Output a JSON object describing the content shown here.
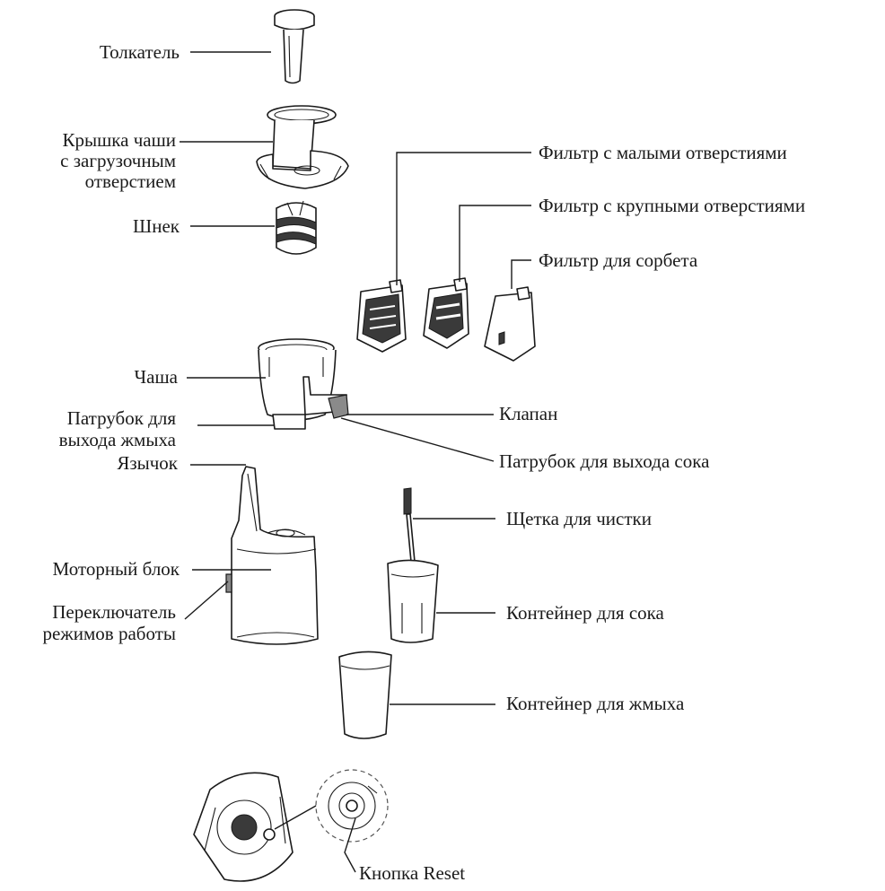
{
  "labels": {
    "pusher": "Толкатель",
    "lid_1": "Крышка чаши",
    "lid_2": "с загрузочным",
    "lid_3": "отверстием",
    "auger": "Шнек",
    "bowl": "Чаша",
    "pulp_outlet_1": "Патрубок для",
    "pulp_outlet_2": "выхода жмыха",
    "tab": "Язычок",
    "motor": "Моторный блок",
    "switch_1": "Переключатель",
    "switch_2": "режимов работы",
    "fine_filter": "Фильтр с малыми отверстиями",
    "coarse_filter": "Фильтр с крупными отверстиями",
    "sorbet_filter": "Фильтр для сорбета",
    "valve": "Клапан",
    "juice_outlet": "Патрубок для выхода сока",
    "brush": "Щетка для чистки",
    "juice_container": "Контейнер для сока",
    "pulp_container": "Контейнер для жмыха",
    "reset": "Кнопка Reset"
  }
}
